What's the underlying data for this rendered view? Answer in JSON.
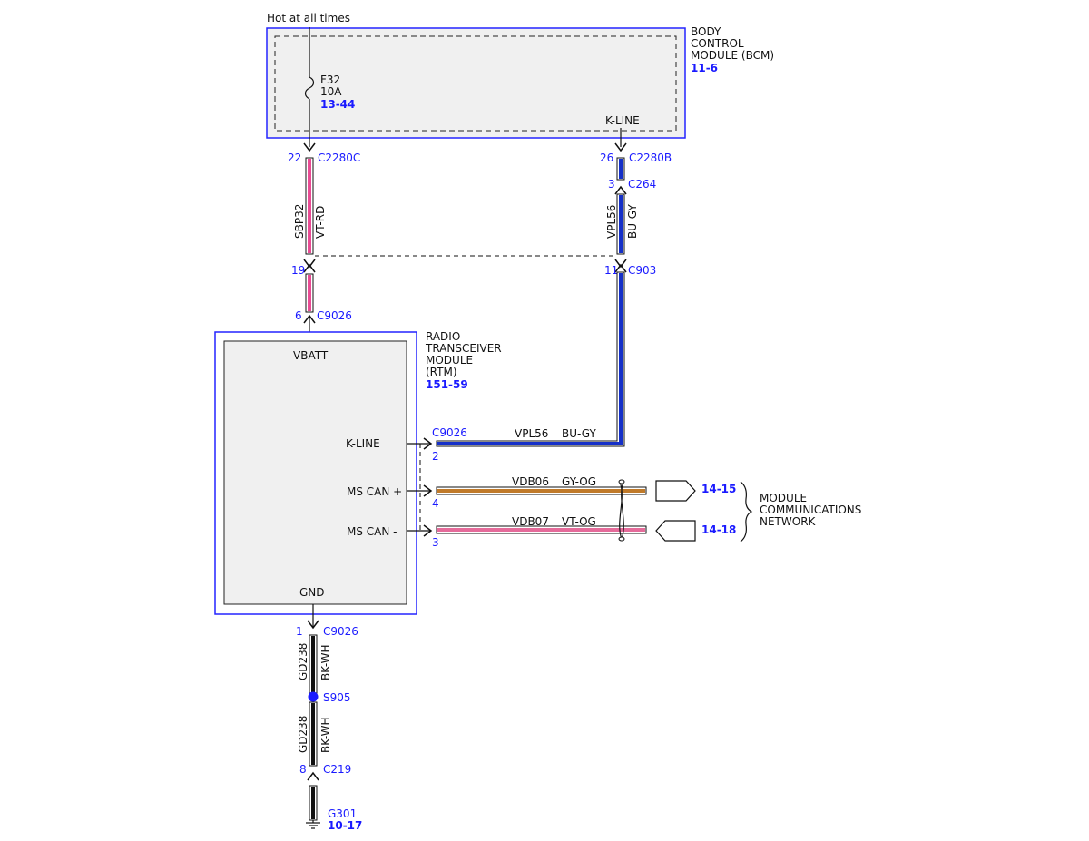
{
  "supply": {
    "label": "Hot at all times"
  },
  "bcm": {
    "name_lines": [
      "BODY",
      "CONTROL",
      "MODULE (BCM)"
    ],
    "ref": "11-6",
    "kline_pin": "K-LINE",
    "fuse": {
      "name": "F32",
      "rating": "10A",
      "ref": "13-44"
    }
  },
  "connectors": {
    "c2280c": {
      "pin": "22",
      "name": "C2280C"
    },
    "c2280b": {
      "pin": "26",
      "name": "C2280B"
    },
    "c264": {
      "pin": "3",
      "name": "C264"
    },
    "c903_left": {
      "pin": "19"
    },
    "c903_right": {
      "pin": "11",
      "name": "C903"
    },
    "c9026_top": {
      "pin": "6",
      "name": "C9026"
    },
    "c9026_kline": {
      "pin": "2",
      "name": "C9026"
    },
    "c9026_can_plus": {
      "pin": "4"
    },
    "c9026_can_minus": {
      "pin": "3"
    },
    "c9026_gnd": {
      "pin": "1",
      "name": "C9026"
    },
    "c219": {
      "pin": "8",
      "name": "C219"
    }
  },
  "wires": {
    "sbp32": {
      "circuit": "SBP32",
      "color": "VT-RD",
      "hex": "#e94b93"
    },
    "vpl56_vertical": {
      "circuit": "VPL56",
      "color": "BU-GY",
      "hex": "#1530c8"
    },
    "vpl56_horizontal": {
      "circuit": "VPL56",
      "color": "BU-GY"
    },
    "vdb06": {
      "circuit": "VDB06",
      "color": "GY-OG",
      "hex": "#c07a2a"
    },
    "vdb07": {
      "circuit": "VDB07",
      "color": "VT-OG",
      "hex": "#e56b9a"
    },
    "gd238_upper": {
      "circuit": "GD238",
      "color": "BK-WH"
    },
    "gd238_lower": {
      "circuit": "GD238",
      "color": "BK-WH"
    }
  },
  "rtm": {
    "name_lines": [
      "RADIO",
      "TRANSCEIVER",
      "MODULE",
      "(RTM)"
    ],
    "ref": "151-59",
    "pins": {
      "vbatt": "VBATT",
      "kline": "K-LINE",
      "ms_can_plus": "MS CAN +",
      "ms_can_minus": "MS CAN -",
      "gnd": "GND"
    }
  },
  "network": {
    "ref_plus": "14-15",
    "ref_minus": "14-18",
    "label_lines": [
      "MODULE",
      "COMMUNICATIONS",
      "NETWORK"
    ]
  },
  "splice": {
    "name": "S905"
  },
  "ground": {
    "name": "G301",
    "ref": "10-17"
  },
  "colors": {
    "module_outline": "#2424ff",
    "reference_text": "#1a1aff",
    "module_fill": "#f0f0f0"
  }
}
